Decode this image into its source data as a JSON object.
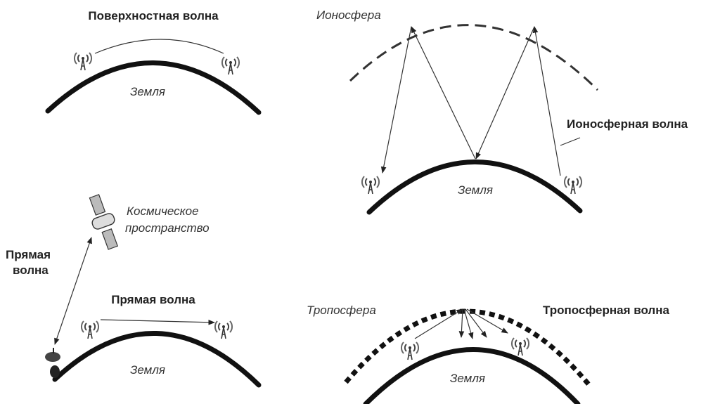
{
  "panels": {
    "surface": {
      "title": "Поверхностная волна",
      "earth_label": "Земля"
    },
    "ionosphere": {
      "layer_label": "Ионосфера",
      "wave_label": "Ионосферная волна",
      "earth_label": "Земля"
    },
    "direct": {
      "space_label_line1": "Космическое",
      "space_label_line2": "пространство",
      "side_label_line1": "Прямая",
      "side_label_line2": "волна",
      "title": "Прямая волна",
      "earth_label": "Земля"
    },
    "troposphere": {
      "layer_label": "Тропосфера",
      "wave_label": "Тропосферная волна",
      "earth_label": "Земля"
    }
  }
}
